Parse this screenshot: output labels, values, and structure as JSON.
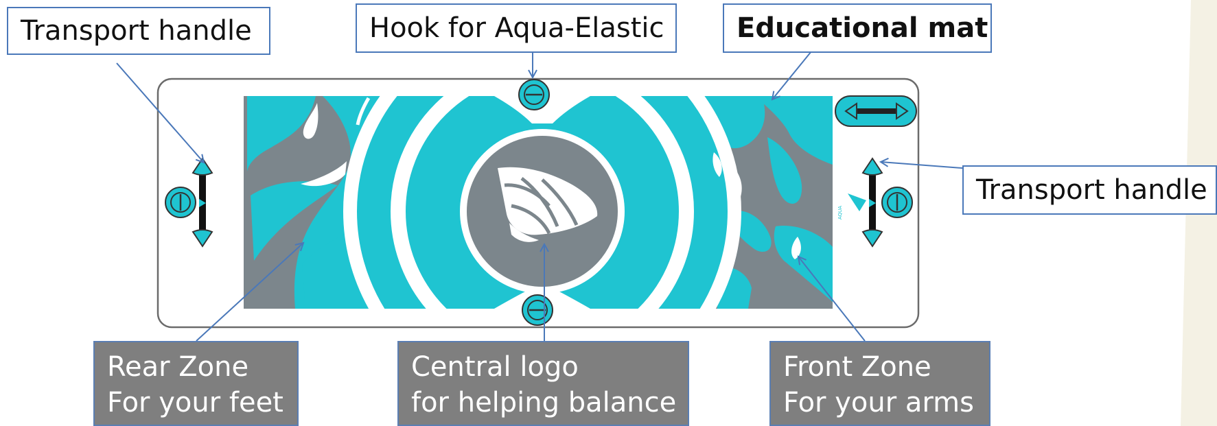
{
  "labels": {
    "transport_handle_left": "Transport handle",
    "hook": "Hook for Aqua-Elastic",
    "educational_mat": "Educational mat",
    "transport_handle_right": "Transport handle",
    "rear_zone": [
      "Rear Zone",
      "For your feet"
    ],
    "central_logo": [
      "Central logo",
      "for helping balance"
    ],
    "front_zone": [
      "Front Zone",
      "For your arms"
    ]
  },
  "colors": {
    "teal": "#1fc4d1",
    "grey": "#7c868c",
    "label_border": "#4a78b9",
    "callout_line": "#4a78b9",
    "dark_label_fill": "#7f7f7f",
    "background_stripe": "#f4f1e4"
  },
  "icons": [
    "transport-handle-icon",
    "hook-icon",
    "central-logo-icon",
    "drop-pattern"
  ]
}
